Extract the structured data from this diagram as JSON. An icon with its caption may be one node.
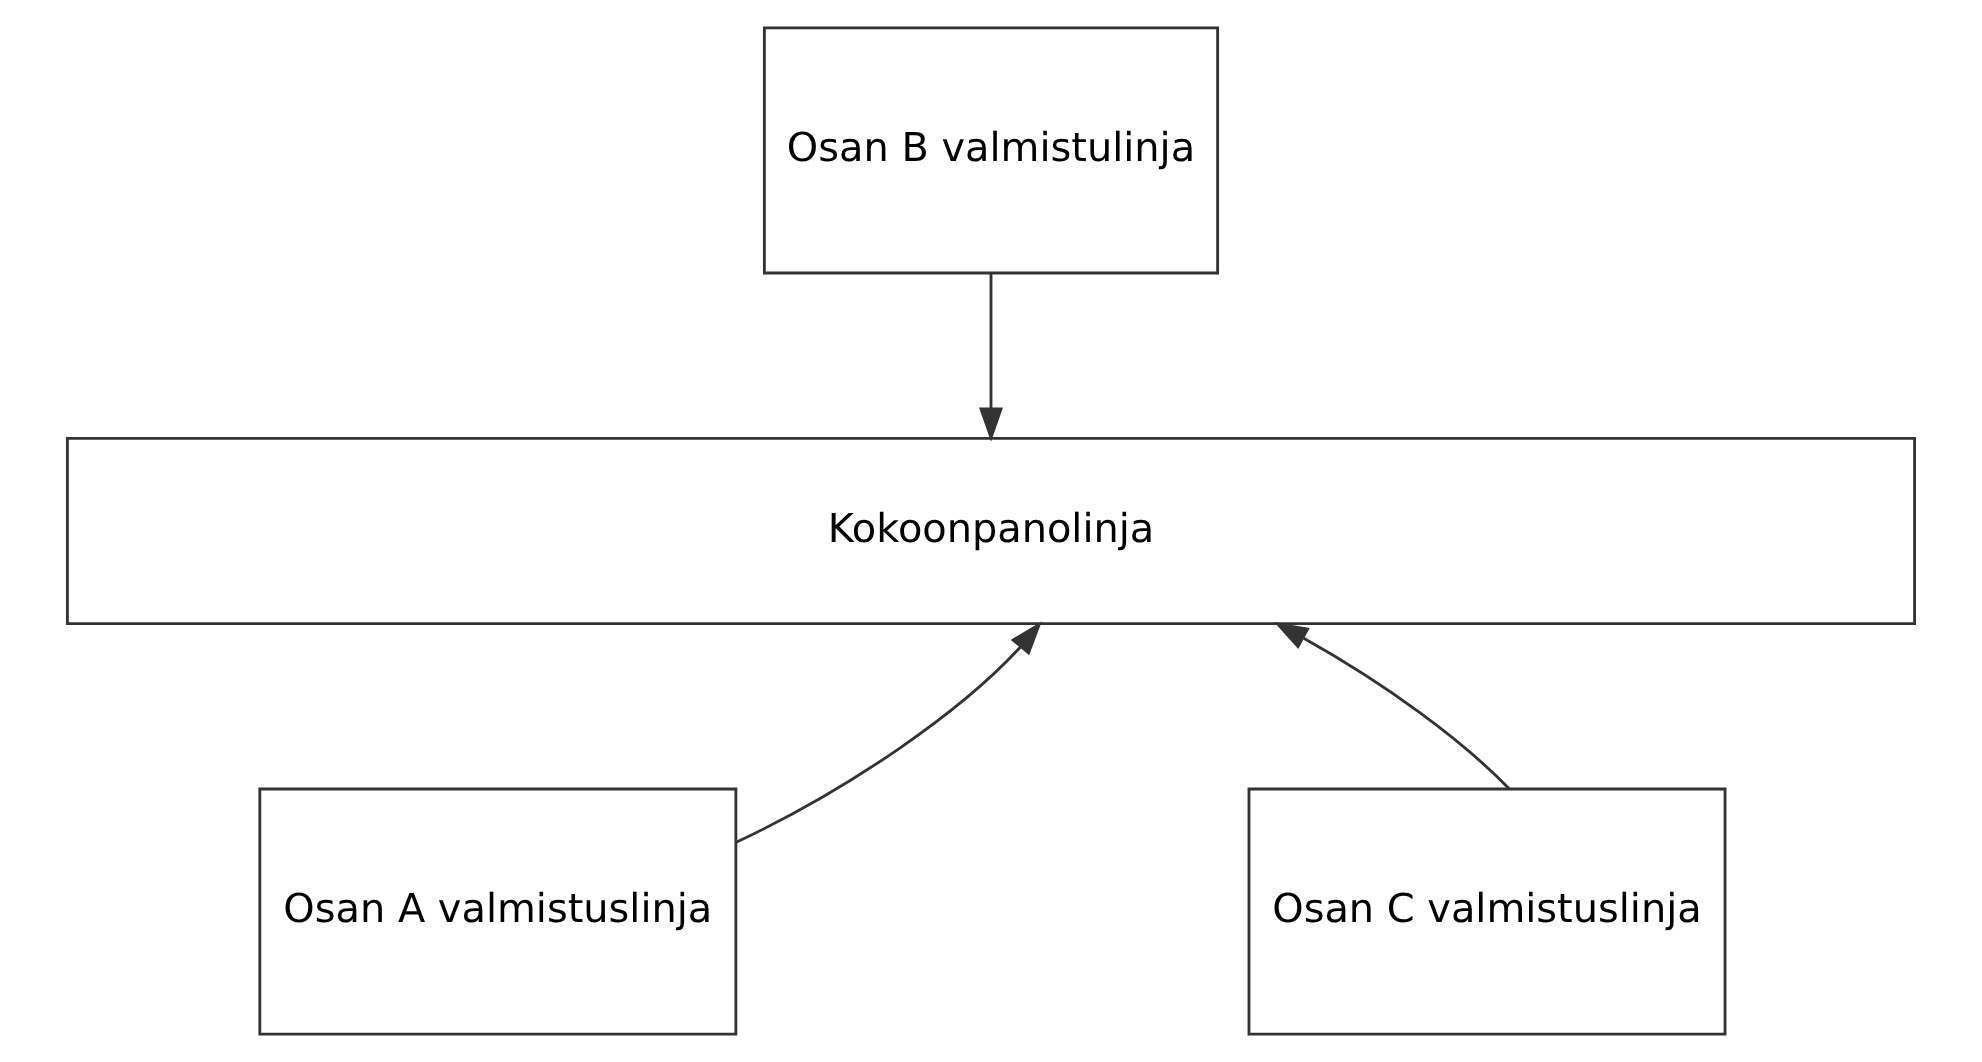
{
  "diagram": {
    "nodes": [
      {
        "text": [
          "Osan B valmistulinja"
        ]
      },
      {
        "text": [
          "Kokoonpanolinja"
        ]
      },
      {
        "text": [
          "Osan A valmistuslinja"
        ]
      },
      {
        "text": [
          "Osan C valmistuslinja"
        ]
      }
    ],
    "edges": [
      {
        "from": 0,
        "to": 1,
        "arrow": "to"
      },
      {
        "from": 2,
        "to": 1,
        "arrow": "to"
      },
      {
        "from": 3,
        "to": 1,
        "arrow": "to"
      }
    ]
  }
}
